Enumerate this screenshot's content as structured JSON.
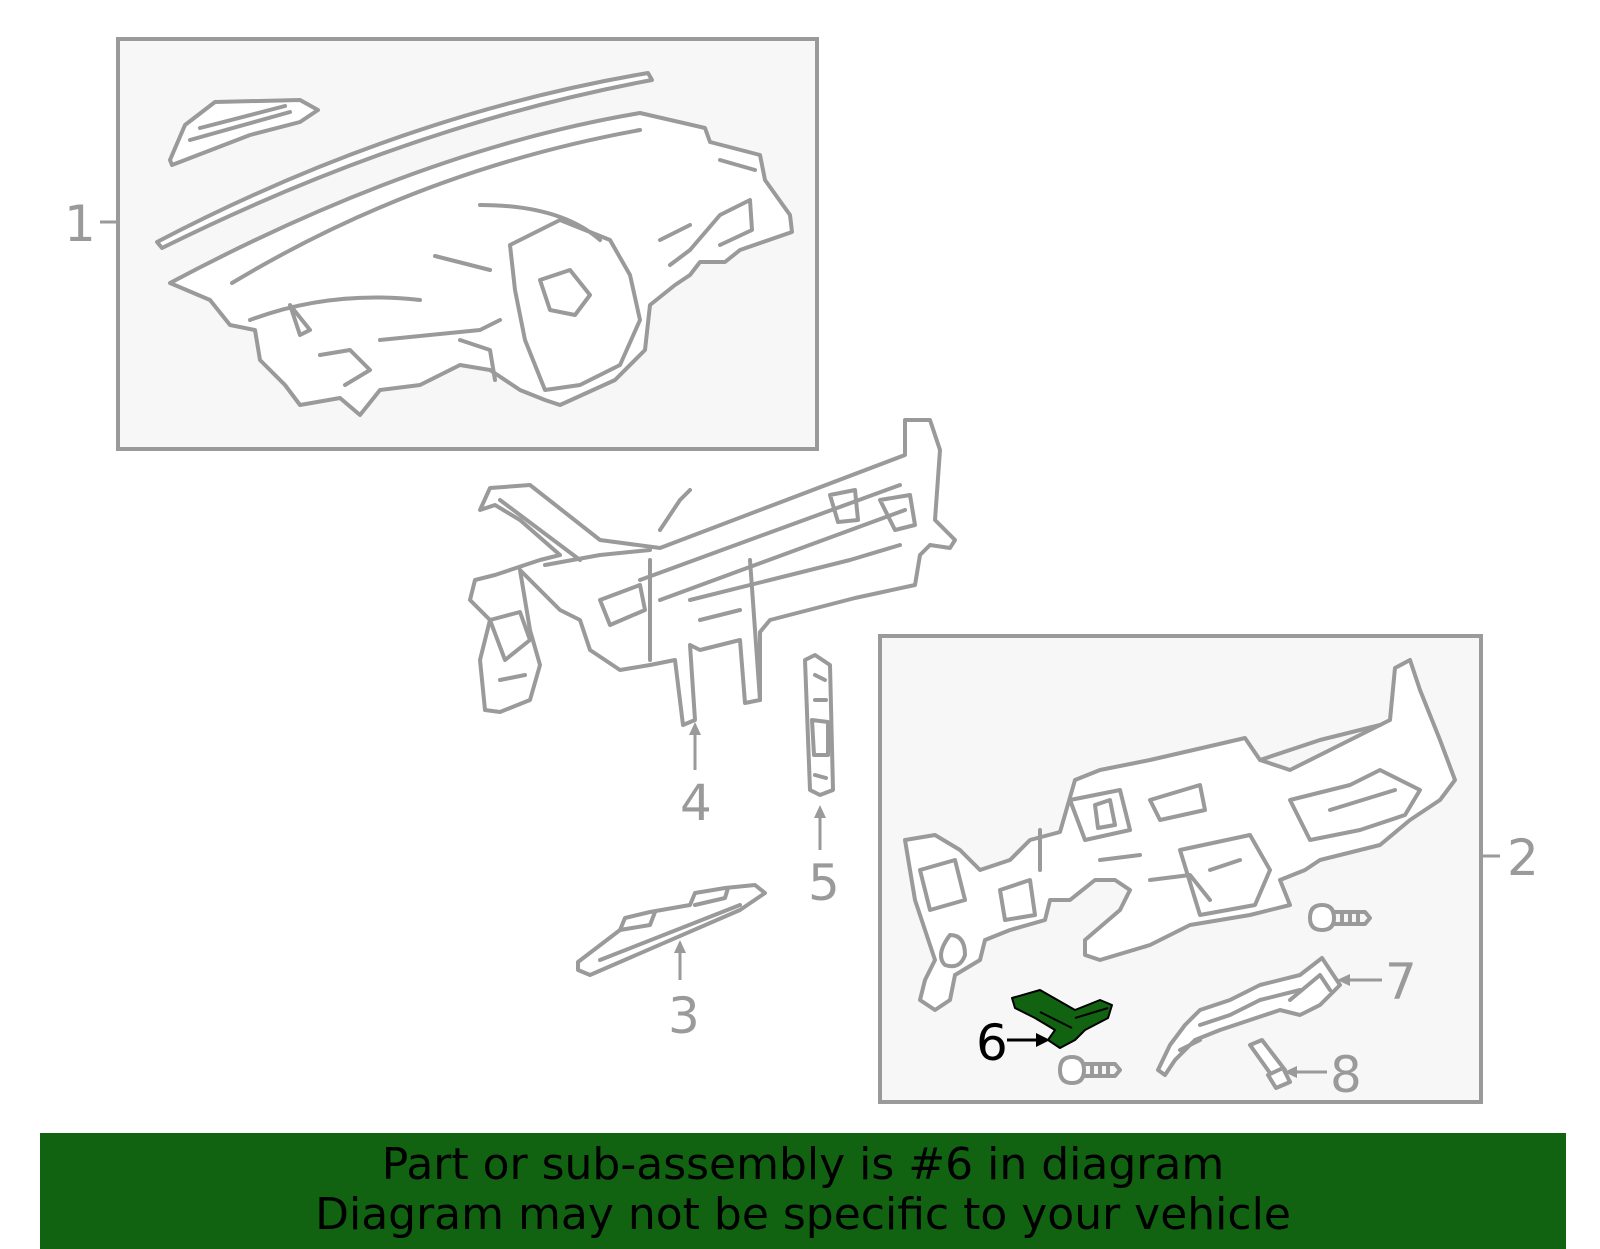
{
  "diagram": {
    "callouts": [
      {
        "id": "1",
        "label": "1",
        "highlighted": false
      },
      {
        "id": "2",
        "label": "2",
        "highlighted": false
      },
      {
        "id": "3",
        "label": "3",
        "highlighted": false
      },
      {
        "id": "4",
        "label": "4",
        "highlighted": false
      },
      {
        "id": "5",
        "label": "5",
        "highlighted": false
      },
      {
        "id": "6",
        "label": "6",
        "highlighted": true
      },
      {
        "id": "7",
        "label": "7",
        "highlighted": false
      },
      {
        "id": "8",
        "label": "8",
        "highlighted": false
      }
    ],
    "colors": {
      "line_art": "#9a9a9a",
      "highlight_part": "#116211",
      "banner_background": "#116211",
      "box_fill": "#f7f7f7"
    }
  },
  "banner": {
    "line1": "Part or sub-assembly is #6 in diagram",
    "line2": "Diagram may not be specific to your vehicle"
  }
}
